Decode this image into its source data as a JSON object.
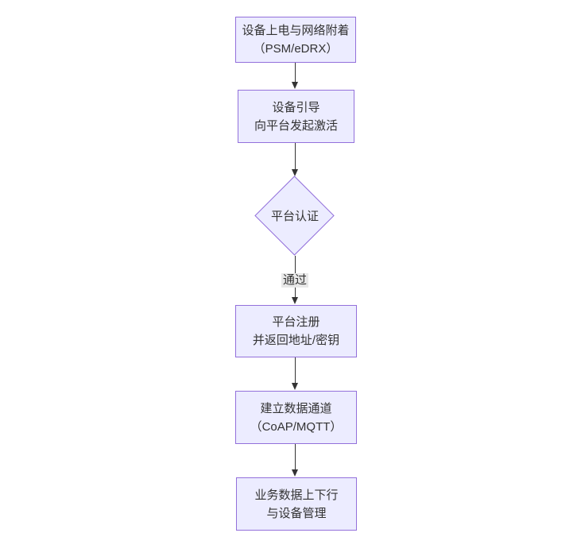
{
  "diagram": {
    "type": "flowchart",
    "direction": "top-down",
    "colors": {
      "background": "#ffffff",
      "node_fill": "#ECECFF",
      "node_border": "#9370DB",
      "edge": "#333333",
      "edge_label_bg": "#e8e8e8",
      "text": "#333333"
    },
    "nodes": [
      {
        "id": "A",
        "shape": "rect",
        "lines": [
          "设备上电与网络附着",
          "（PSM/eDRX）"
        ]
      },
      {
        "id": "B",
        "shape": "rect",
        "lines": [
          "设备引导",
          "向平台发起激活"
        ]
      },
      {
        "id": "C",
        "shape": "diamond",
        "lines": [
          "平台认证"
        ]
      },
      {
        "id": "D",
        "shape": "rect",
        "lines": [
          "平台注册",
          "并返回地址/密钥"
        ]
      },
      {
        "id": "E",
        "shape": "rect",
        "lines": [
          "建立数据通道",
          "（CoAP/MQTT）"
        ]
      },
      {
        "id": "F",
        "shape": "rect",
        "lines": [
          "业务数据上下行",
          "与设备管理"
        ]
      }
    ],
    "edges": [
      {
        "from": "A",
        "to": "B",
        "label": ""
      },
      {
        "from": "B",
        "to": "C",
        "label": ""
      },
      {
        "from": "C",
        "to": "D",
        "label": "通过"
      },
      {
        "from": "D",
        "to": "E",
        "label": ""
      },
      {
        "from": "E",
        "to": "F",
        "label": ""
      }
    ]
  }
}
